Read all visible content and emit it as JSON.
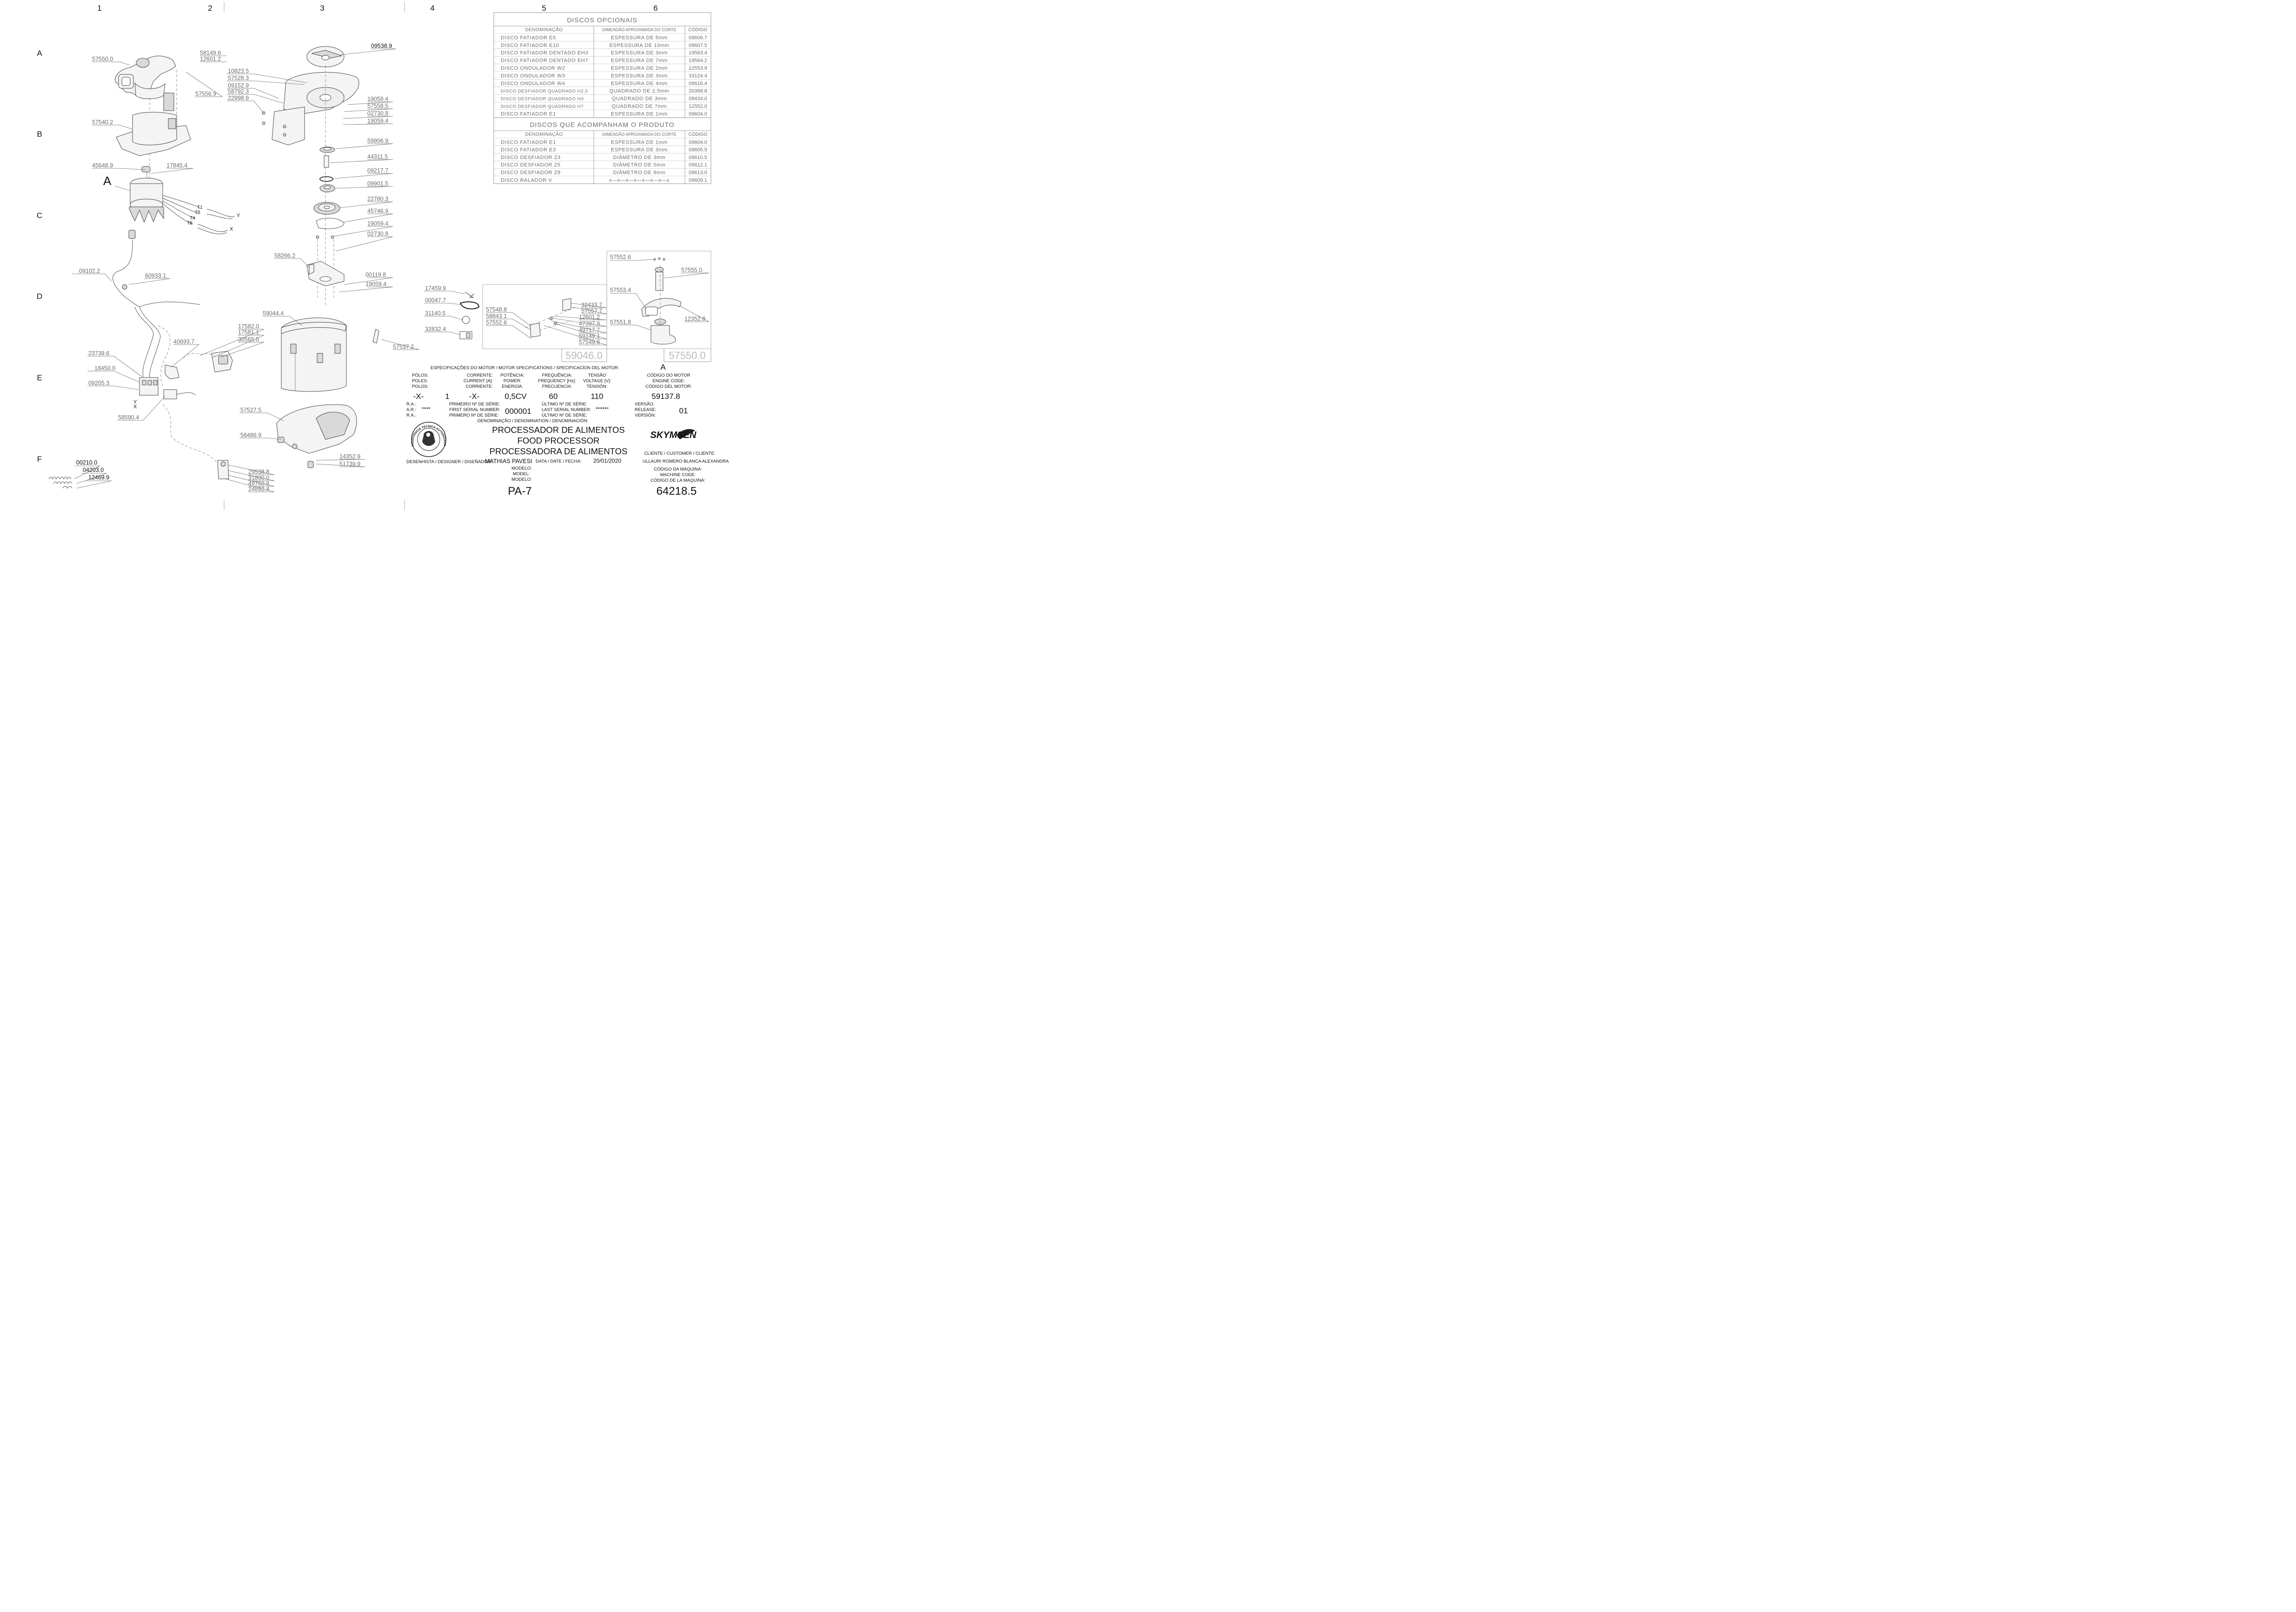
{
  "grid": {
    "columns": [
      "1",
      "2",
      "3",
      "4",
      "5",
      "6"
    ],
    "rows": [
      "A",
      "B",
      "C",
      "D",
      "E",
      "F"
    ]
  },
  "table_opcionais": {
    "title": "DISCOS OPCIONAIS",
    "headers": [
      "DENOMINAÇÃO",
      "DIMENSÃO APROXIMADA DO CORTE",
      "CÓDIGO"
    ],
    "rows": [
      [
        "DISCO FATIADOR E5",
        "ESPESSURA DE 5mm",
        "09606.7"
      ],
      [
        "DISCO FATIADOR E10",
        "ESPESSURA DE 10mm",
        "09607.5"
      ],
      [
        "DISCO FATIADOR DENTADO EH3",
        "ESPESSURA DE 3mm",
        "19563.4"
      ],
      [
        "DISCO FATIADOR DENTADO EH7",
        "ESPESSURA DE 7mm",
        "19564.2"
      ],
      [
        "DISCO ONDULADOR W2",
        "ESPESSURA DE 2mm",
        "12553.9"
      ],
      [
        "DISCO ONDULADOR W3",
        "ESPESSURA DE 3mm",
        "33124.4"
      ],
      [
        "DISCO ONDULADOR W4",
        "ESPESSURA DE 4mm",
        "09616.4"
      ],
      [
        "DISCO DESFIADOR QUADRADO H2,5",
        "QUADRADO DE 2,5mm",
        "20368.8"
      ],
      [
        "DISCO DESFIADOR QUADRADO H3",
        "QUADRADO DE 3mm",
        "09434.0"
      ],
      [
        "DISCO DESFIADOR QUADRADO H7",
        "QUADRADO DE 7mm",
        "12552.0"
      ],
      [
        "DISCO FATIADOR E1",
        "ESPESSURA DE 1mm",
        "09604.0"
      ]
    ]
  },
  "table_acompanham": {
    "title": "DISCOS QUE ACOMPANHAM O PRODUTO",
    "headers": [
      "DENOMINAÇÃO",
      "DIMENSÃO APROXIMADA DO CORTE",
      "CÓDIGO"
    ],
    "rows": [
      [
        "DISCO FATIADOR E1",
        "ESPESSURA DE 1mm",
        "09604.0"
      ],
      [
        "DISCO FATIADOR E3",
        "ESPESSURA DE 3mm",
        "09605.9"
      ],
      [
        "DISCO DESFIADOR Z3",
        "DIÂMETRO DE 3mm",
        "09610.5"
      ],
      [
        "DISCO DESFIADOR Z5",
        "DIÂMETRO DE 5mm",
        "09612.1"
      ],
      [
        "DISCO DESFIADOR Z8",
        "DIÂMETRO DE 8mm",
        "09613.0"
      ],
      [
        "DISCO RALADOR V",
        "x—x—x—x—x—x—x—x",
        "09609.1"
      ]
    ]
  },
  "callouts": {
    "c57550": "57550.0",
    "c58149": "58149.6",
    "c12601a": "12601.2",
    "c57556": "57556.9",
    "c57540": "57540.2",
    "c45648": "45648.9",
    "c17845": "17845.4",
    "cA": "A",
    "cT1": "T1",
    "cT5": "T5",
    "cT4": "T4",
    "cT8": "T8",
    "cY1": "Y",
    "cX1": "X",
    "c09102": "09102.2",
    "c60933": "60933.1",
    "c40693": "40693.7",
    "c23739": "23739.6",
    "c18450": "18450.0",
    "c09205": "09205.3",
    "cY2": "Y",
    "cX2": "X",
    "c58590": "58590.4",
    "c00210": "00210.0",
    "c04203": "04203.0",
    "c12469": "12469.9",
    "c09538": "09538.9",
    "c10823": "10823.5",
    "c57528": "57528.3",
    "c09152": "09152.9",
    "c58792": "58792.3",
    "c22998": "22998.9",
    "c19059a": "19059.4",
    "c57558": "57558.5",
    "c02730a": "02730.8",
    "c19059b": "19059.4",
    "c59906": "59906.9",
    "c44311": "44311.5",
    "c09217": "09217.7",
    "c09901": "09901.5",
    "c22780": "22780.3",
    "c45746": "45746.9",
    "c19059c": "19059.4",
    "c02730b": "02730.8",
    "c58266": "58266.2",
    "c00119": "00119.8",
    "c19059d": "19059.4",
    "c59044": "59044.4",
    "c57537": "57537.2",
    "c17582": "17582.0",
    "c17581": "17581.1",
    "c30565": "30565.0",
    "c57527": "57527.5",
    "c56486": "56486.9",
    "c14352": "14352.9",
    "c51739": "51739.9",
    "c29538": "29538.8",
    "c31800": "31800.0",
    "c49760": "49760.6",
    "c24892": "24892.4",
    "c17459": "17459.9",
    "c00047": "00047.7",
    "c31140": "31140.5",
    "c32832": "32832.4",
    "c57548": "57548.8",
    "c58843": "58843.1",
    "c57552a": "57552.6",
    "c32433": "32433.7",
    "c57557": "57557.7",
    "c12601b": "12601.2",
    "c47397": "47397.9",
    "c49717": "49717.7",
    "c59149": "59149.1",
    "c57549": "57549.6",
    "c59046": "59046.0",
    "c57552b": "57552.6",
    "c57555": "57555.0",
    "c57553": "57553.4",
    "c12352": "12352.8",
    "c57551": "57551.8",
    "c57550b": "57550.0"
  },
  "motor_spec": {
    "heading": "ESPECIFICAÇÕES DO MOTOR / MOTOR SPECIFICATIONS / SPECIFICACÍON DEL MOTOR:",
    "variant": "A",
    "polos_pt": "PÓLOS:",
    "polos_en": "POLES:",
    "polos_es": "POLOS:",
    "corr_pt": "CORRENTE:",
    "corr_en": "CURRENT [A]:",
    "corr_es": "CORRIENTE:",
    "pot_pt": "POTÊNCIA:",
    "pot_en": "POWER:",
    "pot_es": "ENERGÍA:",
    "freq_pt": "FREQUÊNCIA:",
    "freq_en": "FREQUENCY [Hz]:",
    "freq_es": "FRECUENCIA:",
    "tens_pt": "TENSÃO",
    "tens_en": "VOLTAGE [V]:",
    "tens_es": "TENSIÓN:",
    "cod_pt": "CÓDIGO DO MOTOR",
    "cod_en": "ENGINE CODE:",
    "cod_es": "CÓDIGO DEL MOTOR:",
    "v_polos_a": "-X-",
    "v_polos_b": "1",
    "v_corr": "-X-",
    "v_pot": "0,5CV",
    "v_freq": "60",
    "v_tens": "110",
    "v_cod": "59137.8"
  },
  "title_block": {
    "ra1": "R.A.:",
    "ra2": "A.R.:",
    "ra3": "R.A.:",
    "ra_val": "****",
    "first_pt": "PRIMEIRO Nº DE SÉRIE:",
    "first_en": "FIRST SERIAL NUMBER:",
    "first_es": "PRIMERO Nº DE SÉRIE:",
    "first_val": "000001",
    "last_pt": "ÚLTIMO Nº DE SÉRIE:",
    "last_en": "LAST SERIAL NUMBER:",
    "last_es": "ÚLTIMO Nº DE SÉRIE:",
    "last_val": "******",
    "ver_pt": "VERSÃO:",
    "ver_en": "RELEASE:",
    "ver_es": "VERSIÓN:",
    "ver_val": "01",
    "denom_label": "DENOMINAÇÃO / DENOMINATION / DENOMINACIÓN:",
    "name_pt": "PROCESSADOR DE ALIMENTOS",
    "name_en": "FOOD PROCESSOR",
    "name_es": "PROCESSADORA DE ALIMENTOS",
    "seal_text": "ASSISTÊNCIA TÉCNICA AUTORIZADA",
    "designer_label": "DESENHISTA / DESIGNER / DISEÑADOR:",
    "designer": "MATHIAS PAVESI",
    "date_label": "DATA / DATE / FECHA:",
    "date": "20/01/2020",
    "brand": "SKYMSEN",
    "client_label": "CLIENTE / CUSTOMER / CLIENTE:",
    "client": "ULLAURI ROMERO BLANCA ALEXANDRA",
    "model_pt": "MODELO:",
    "model_en": "MODEL:",
    "model_es": "MODELO:",
    "model": "PA-7",
    "mcode_pt": "CÓDIGO DA MÁQUINA:",
    "mcode_en": "MACHINE CODE:",
    "mcode_es": "CÓDIGO DE LA MAQUINA:",
    "mcode": "64218.5"
  }
}
